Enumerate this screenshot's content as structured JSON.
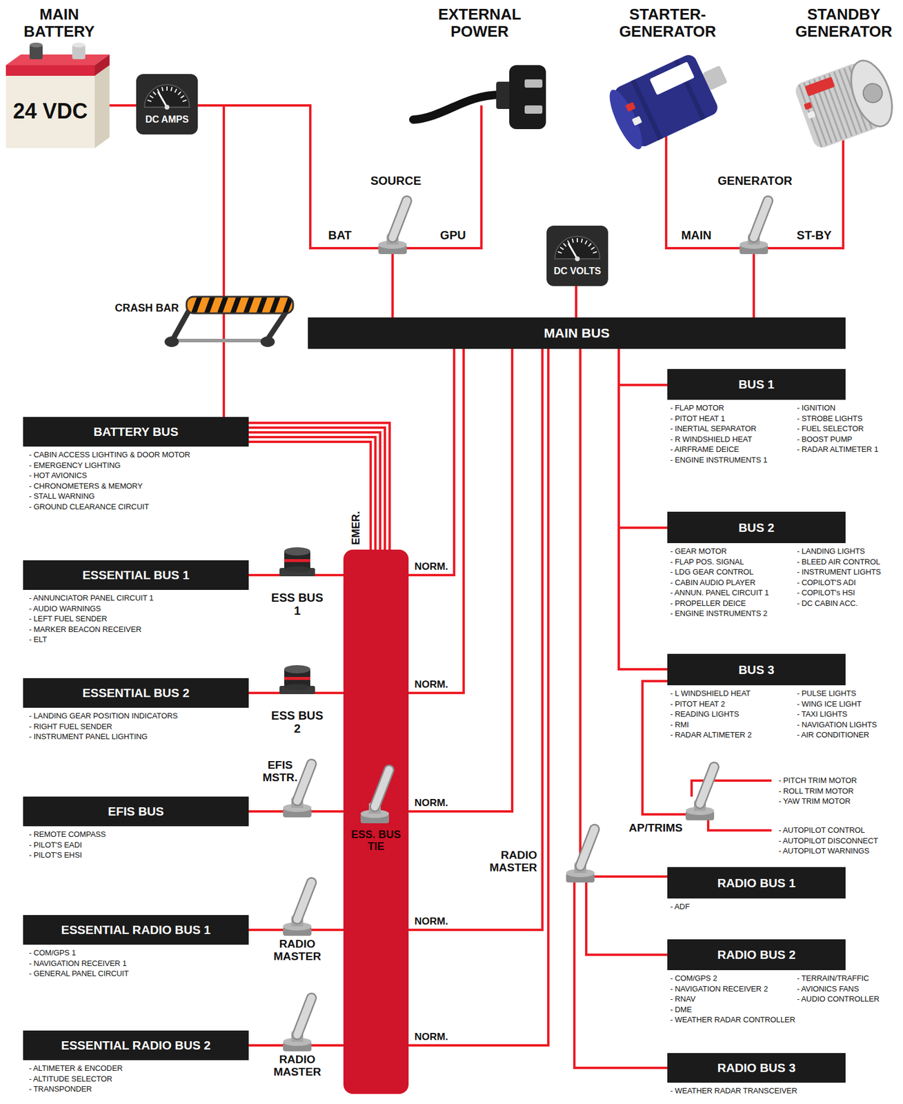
{
  "diagram": {
    "nodes": [
      {
        "text": [
          "MAIN BATTERY",
          "24 VDC"
        ]
      },
      {
        "text": [
          "DC AMPS"
        ]
      },
      {
        "text": [
          "EXTERNAL POWER"
        ]
      },
      {
        "text": [
          "STARTER-GENERATOR"
        ]
      },
      {
        "text": [
          "STANDBY GENERATOR"
        ]
      },
      {
        "text": [
          "SOURCE",
          "BAT",
          "GPU"
        ]
      },
      {
        "text": [
          "GENERATOR",
          "MAIN",
          "ST-BY"
        ]
      },
      {
        "text": [
          "DC VOLTS"
        ]
      },
      {
        "text": [
          "CRASH BAR"
        ]
      },
      {
        "text": [
          "MAIN BUS"
        ]
      },
      {
        "text": [
          "BATTERY BUS",
          "- CABIN ACCESS LIGHTING & DOOR MOTOR",
          "- EMERGENCY LIGHTING",
          "- HOT AVIONICS",
          "- CHRONOMETERS & MEMORY",
          "- STALL WARNING",
          "- GROUND CLEARANCE CIRCUIT"
        ]
      },
      {
        "text": [
          "EMER."
        ]
      },
      {
        "text": [
          "ESS BUS 1"
        ]
      },
      {
        "text": [
          "ESSENTIAL BUS 1",
          "- ANNUNCIATOR PANEL CIRCUIT 1",
          "- AUDIO WARNINGS",
          "- LEFT FUEL SENDER",
          "- MARKER BEACON RECEIVER",
          "- ELT"
        ]
      },
      {
        "text": [
          "ESS BUS 2"
        ]
      },
      {
        "text": [
          "ESSENTIAL BUS 2",
          "- LANDING GEAR POSITION INDICATORS",
          "- RIGHT FUEL SENDER",
          "- INSTRUMENT PANEL LIGHTING"
        ]
      },
      {
        "text": [
          "EFIS MSTR."
        ]
      },
      {
        "text": [
          "EFIS BUS",
          "- REMOTE COMPASS",
          "- PILOT'S EADI",
          "- PILOT'S EHSI"
        ]
      },
      {
        "text": [
          "ESS. BUS TIE"
        ],
        "in": 11
      },
      {
        "text": [
          "RADIO MASTER"
        ]
      },
      {
        "text": [
          "ESSENTIAL RADIO BUS 1",
          "- COM/GPS 1",
          "- NAVIGATION RECEIVER 1",
          "- GENERAL PANEL CIRCUIT"
        ]
      },
      {
        "text": [
          "RADIO MASTER"
        ]
      },
      {
        "text": [
          "ESSENTIAL RADIO BUS 2",
          "- ALTIMETER & ENCODER",
          "- ALTITUDE SELECTOR",
          "- TRANSPONDER"
        ]
      },
      {
        "text": [
          "BUS 1",
          "- FLAP MOTOR",
          "- PITOT HEAT 1",
          "- INERTIAL SEPARATOR",
          "- R WINDSHIELD HEAT",
          "- AIRFRAME DEICE",
          "- ENGINE INSTRUMENTS 1",
          "- IGNITION",
          "- STROBE LIGHTS",
          "- FUEL SELECTOR",
          "- BOOST PUMP",
          "- RADAR ALTIMETER 1"
        ]
      },
      {
        "text": [
          "BUS 2",
          "- GEAR MOTOR",
          "- FLAP POS. SIGNAL",
          "- LDG GEAR CONTROL",
          "- CABIN AUDIO PLAYER",
          "- ANNUN. PANEL CIRCUIT 1",
          "- PROPELLER DEICE",
          "- ENGINE INSTRUMENTS 2",
          "- LANDING LIGHTS",
          "- BLEED AIR CONTROL",
          "- INSTRUMENT LIGHTS",
          "- COPILOT'S ADI",
          "- COPILOT's HSI",
          "- DC CABIN ACC."
        ]
      },
      {
        "text": [
          "BUS 3",
          "- L WINDSHIELD HEAT",
          "- PITOT HEAT 2",
          "- READING LIGHTS",
          "- RMI",
          "- RADAR ALTIMETER 2",
          "- PULSE LIGHTS",
          "- WING ICE LIGHT",
          "- TAXI LIGHTS",
          "- NAVIGATION LIGHTS",
          "- AIR CONDITIONER"
        ]
      },
      {
        "text": [
          "AP/TRIMS"
        ]
      },
      {
        "text": [
          "RADIO MASTER"
        ]
      },
      {
        "text": [
          "RADIO BUS 1",
          "- ADF"
        ]
      },
      {
        "text": [
          "RADIO BUS 2",
          "- COM/GPS 2",
          "- NAVIGATION RECEIVER 2",
          "- RNAV",
          "- DME",
          "- WEATHER RADAR CONTROLLER",
          "- TERRAIN/TRAFFIC",
          "- AVIONICS FANS",
          "- AUDIO CONTROLLER"
        ]
      },
      {
        "text": [
          "RADIO BUS 3",
          "- WEATHER RADAR TRANSCEIVER"
        ]
      }
    ],
    "edges": [
      {
        "from": 0,
        "to": 1,
        "arrow": "none"
      },
      {
        "from": 1,
        "to": 5,
        "arrow": "none"
      },
      {
        "from": 1,
        "to": 8,
        "arrow": "none"
      },
      {
        "from": 8,
        "to": 10,
        "arrow": "none"
      },
      {
        "from": 2,
        "to": 5,
        "arrow": "none"
      },
      {
        "from": 5,
        "to": 9,
        "arrow": "none"
      },
      {
        "from": 3,
        "to": 6,
        "arrow": "none"
      },
      {
        "from": 4,
        "to": 6,
        "arrow": "none"
      },
      {
        "from": 6,
        "to": 9,
        "arrow": "none"
      },
      {
        "from": 7,
        "to": 9,
        "arrow": "none"
      },
      {
        "from": 10,
        "to": 11,
        "arrow": "none"
      },
      {
        "from": 9,
        "to": 11,
        "label": "NORM.",
        "arrow": "none"
      },
      {
        "from": 9,
        "to": 11,
        "label": "NORM.",
        "arrow": "none"
      },
      {
        "from": 9,
        "to": 11,
        "label": "NORM.",
        "arrow": "none"
      },
      {
        "from": 9,
        "to": 11,
        "label": "NORM.",
        "arrow": "none"
      },
      {
        "from": 9,
        "to": 11,
        "label": "NORM.",
        "arrow": "none"
      },
      {
        "from": 11,
        "to": 12,
        "arrow": "none"
      },
      {
        "from": 12,
        "to": 13,
        "arrow": "none"
      },
      {
        "from": 11,
        "to": 14,
        "arrow": "none"
      },
      {
        "from": 14,
        "to": 15,
        "arrow": "none"
      },
      {
        "from": 11,
        "to": 16,
        "arrow": "none"
      },
      {
        "from": 16,
        "to": 17,
        "arrow": "none"
      },
      {
        "from": 11,
        "to": 19,
        "arrow": "none"
      },
      {
        "from": 19,
        "to": 20,
        "arrow": "none"
      },
      {
        "from": 11,
        "to": 21,
        "arrow": "none"
      },
      {
        "from": 21,
        "to": 22,
        "arrow": "none"
      },
      {
        "from": 9,
        "to": 23,
        "arrow": "none"
      },
      {
        "from": 9,
        "to": 24,
        "arrow": "none"
      },
      {
        "from": 9,
        "to": 25,
        "arrow": "none"
      },
      {
        "from": 25,
        "to": 26,
        "arrow": "none"
      },
      {
        "from": 9,
        "to": 27,
        "arrow": "none"
      },
      {
        "from": 27,
        "to": 28,
        "arrow": "none"
      },
      {
        "from": 27,
        "to": 29,
        "arrow": "none"
      },
      {
        "from": 27,
        "to": 30,
        "arrow": "none"
      }
    ],
    "labels": [
      "- PITCH TRIM MOTOR",
      "- ROLL TRIM MOTOR",
      "- YAW TRIM MOTOR",
      "- AUTOPILOT CONTROL",
      "- AUTOPILOT DISCONNECT",
      "- AUTOPILOT WARNINGS"
    ]
  }
}
